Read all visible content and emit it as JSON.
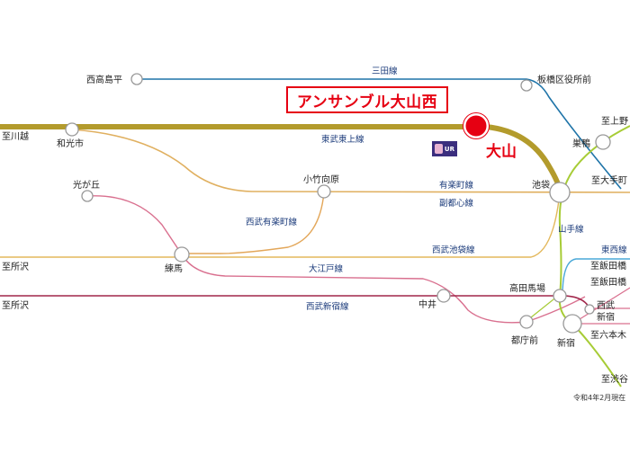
{
  "property": {
    "name": "アンサンブル大山西",
    "nearest_station": "大山",
    "logo_text": "UR"
  },
  "colors": {
    "tobu_tojo": "#b39b2c",
    "mita": "#1f74a8",
    "yurakucho": "#e0b060",
    "seibu_ikebukuro": "#e3b85c",
    "seibu_yurakucho": "#e38ab0",
    "oedo": "#d9708f",
    "seibu_shinjuku": "#a0264a",
    "yamanote": "#a7cc36",
    "tozai": "#4aa8d8",
    "accent": "#e60012"
  },
  "lines": {
    "mita": "三田線",
    "tobu_tojo": "東武東上線",
    "yurakucho": "有楽町線",
    "fukutoshin": "副都心線",
    "seibu_yurakucho": "西武有楽町線",
    "seibu_ikebukuro": "西武池袋線",
    "oedo": "大江戸線",
    "seibu_shinjuku": "西武新宿線",
    "yamanote": "山手線",
    "tozai": "東西線"
  },
  "stations": {
    "nishitakashimadaira": "西高島平",
    "itabashi_kuyakushomae": "板橋区役所前",
    "wakoshi": "和光市",
    "ikebukuro": "池袋",
    "sugamo": "巣鴨",
    "kotake_mukaihara": "小竹向原",
    "hikarigaoka": "光が丘",
    "nerima": "練馬",
    "nakai": "中井",
    "takadanobaba": "高田馬場",
    "tochomae": "都庁前",
    "shinjuku": "新宿",
    "seibu_shinjuku_station": "西武\n新宿"
  },
  "destinations": {
    "kawagoe": "至川越",
    "tokorozawa_1": "至所沢",
    "tokorozawa_2": "至所沢",
    "ueno": "至上野",
    "otemachi": "至大手町",
    "iidabashi_1": "至飯田橋",
    "iidabashi_2": "至飯田橋",
    "roppongi": "至六本木",
    "shibuya": "至渋谷"
  },
  "footnote": "令和4年2月現在"
}
